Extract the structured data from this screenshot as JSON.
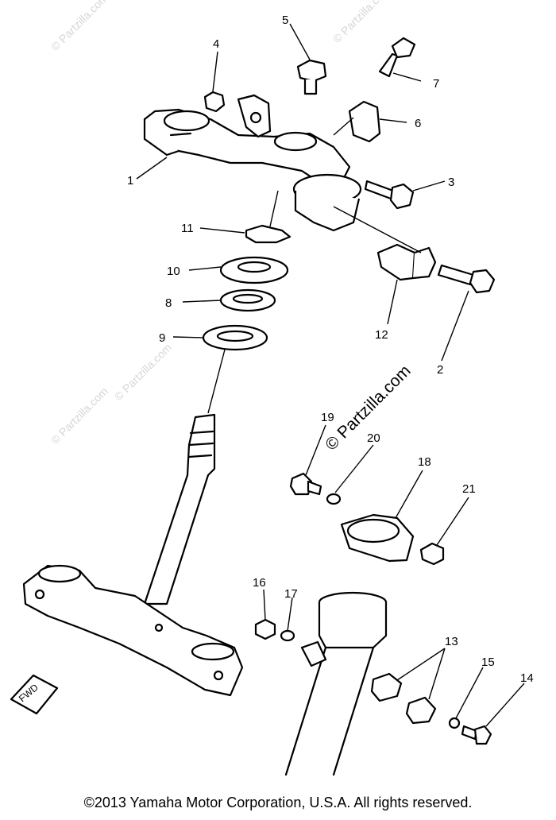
{
  "labels": {
    "l1": "1",
    "l2": "2",
    "l3": "3",
    "l4": "4",
    "l5": "5",
    "l6": "6",
    "l7": "7",
    "l8": "8",
    "l9": "9",
    "l10": "10",
    "l11": "11",
    "l12": "12",
    "l13": "13",
    "l14": "14",
    "l15": "15",
    "l16": "16",
    "l17": "17",
    "l18": "18",
    "l19": "19",
    "l20": "20",
    "l21": "21"
  },
  "direction_marker": "FWD",
  "watermarks": {
    "small": "© Partzilla.com",
    "large": "© Partzilla.com"
  },
  "copyright": "©2013 Yamaha Motor Corporation, U.S.A. All rights reserved."
}
